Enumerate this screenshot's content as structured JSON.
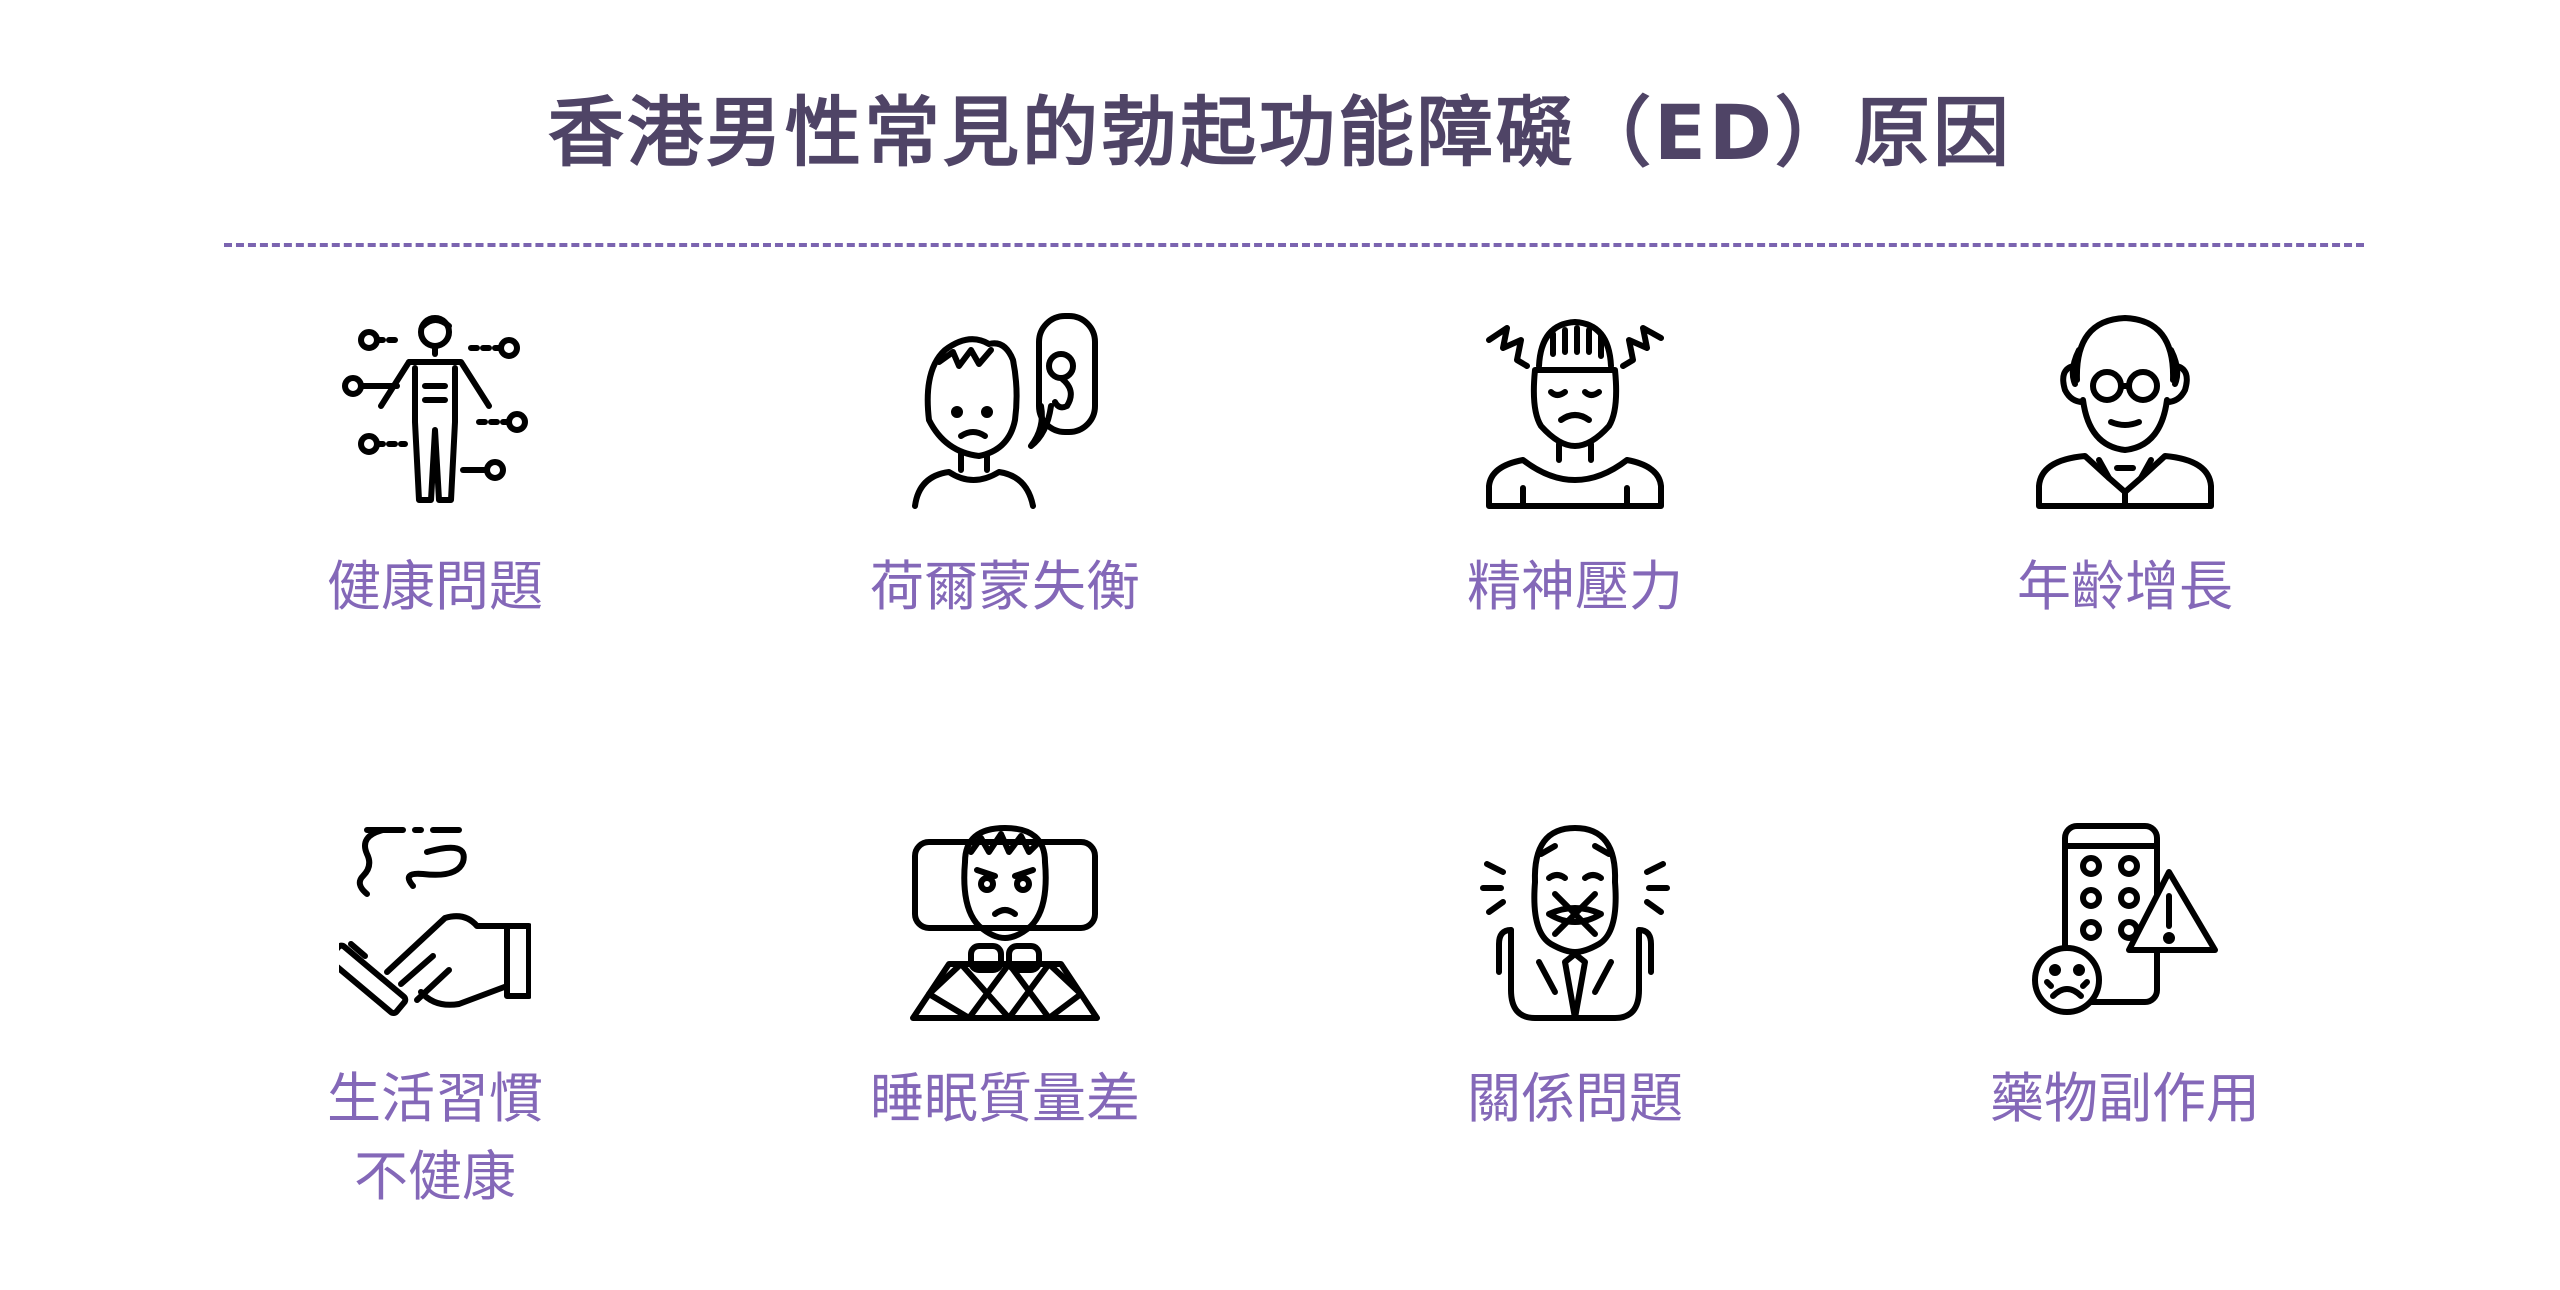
{
  "title": "香港男性常見的勃起功能障礙（ED）原因",
  "items": [
    {
      "label": "健康問題",
      "icon": "body-health-icon"
    },
    {
      "label": "荷爾蒙失衡",
      "icon": "hormone-imbalance-icon"
    },
    {
      "label": "精神壓力",
      "icon": "mental-stress-icon"
    },
    {
      "label": "年齡增長",
      "icon": "elderly-man-icon"
    },
    {
      "label": "生活習慣\n不健康",
      "icon": "smoking-hand-icon"
    },
    {
      "label": "睡眠質量差",
      "icon": "poor-sleep-icon"
    },
    {
      "label": "關係問題",
      "icon": "relationship-conflict-icon"
    },
    {
      "label": "藥物副作用",
      "icon": "medication-side-effect-icon"
    }
  ],
  "colors": {
    "title": "#4f4466",
    "accent": "#8468b8",
    "divider": "#7b64b0",
    "icon": "#000000"
  }
}
